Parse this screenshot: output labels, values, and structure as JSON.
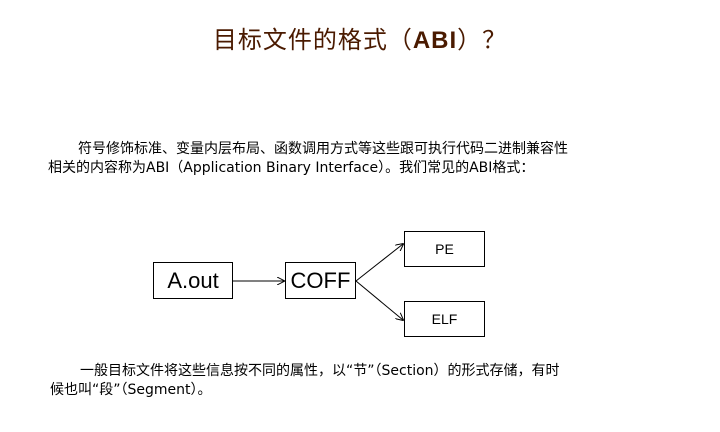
{
  "slide": {
    "title_prefix": "目标文件的格式（",
    "title_abi": "ABI",
    "title_suffix": "）？"
  },
  "paragraph1": {
    "line1": "符号修饰标准、变量内层布局、函数调用方式等这些跟可执行代码二进制兼容性",
    "line2": "相关的内容称为ABI（Application Binary Interface）。我们常见的ABI格式："
  },
  "diagram": {
    "source": "A.out",
    "intermediate": "COFF",
    "targets": [
      "PE",
      "ELF"
    ]
  },
  "paragraph2": {
    "line1": "一般目标文件将这些信息按不同的属性，以“节”（Section）的形式存储，有时",
    "line2": "候也叫“段”（Segment）。"
  }
}
